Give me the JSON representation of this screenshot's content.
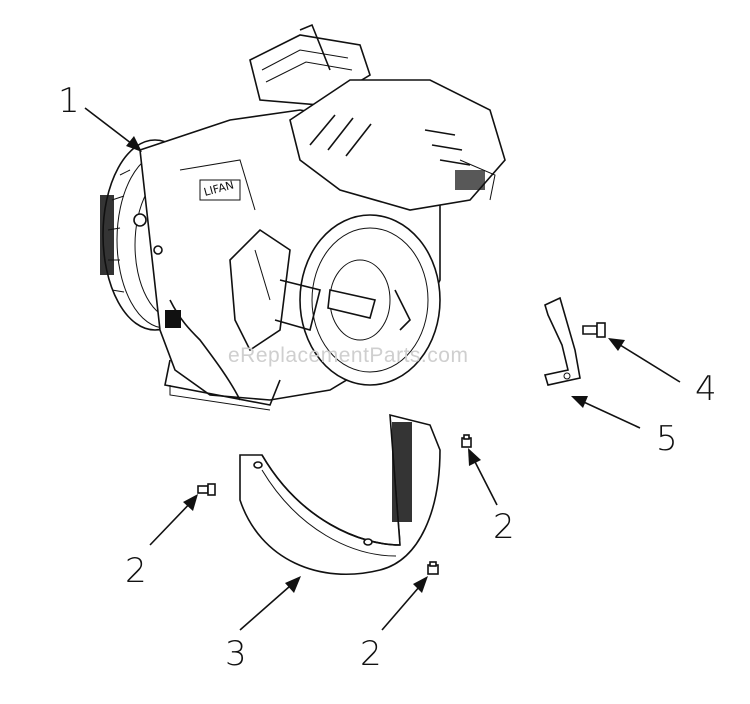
{
  "callouts": {
    "c1": "1",
    "c2a": "2",
    "c2b": "2",
    "c2c": "2",
    "c3": "3",
    "c4": "4",
    "c5": "5"
  },
  "watermark": "eReplacementParts.com",
  "colors": {
    "ink": "#111111",
    "watermark": "#cfcfcf",
    "background": "#ffffff"
  }
}
